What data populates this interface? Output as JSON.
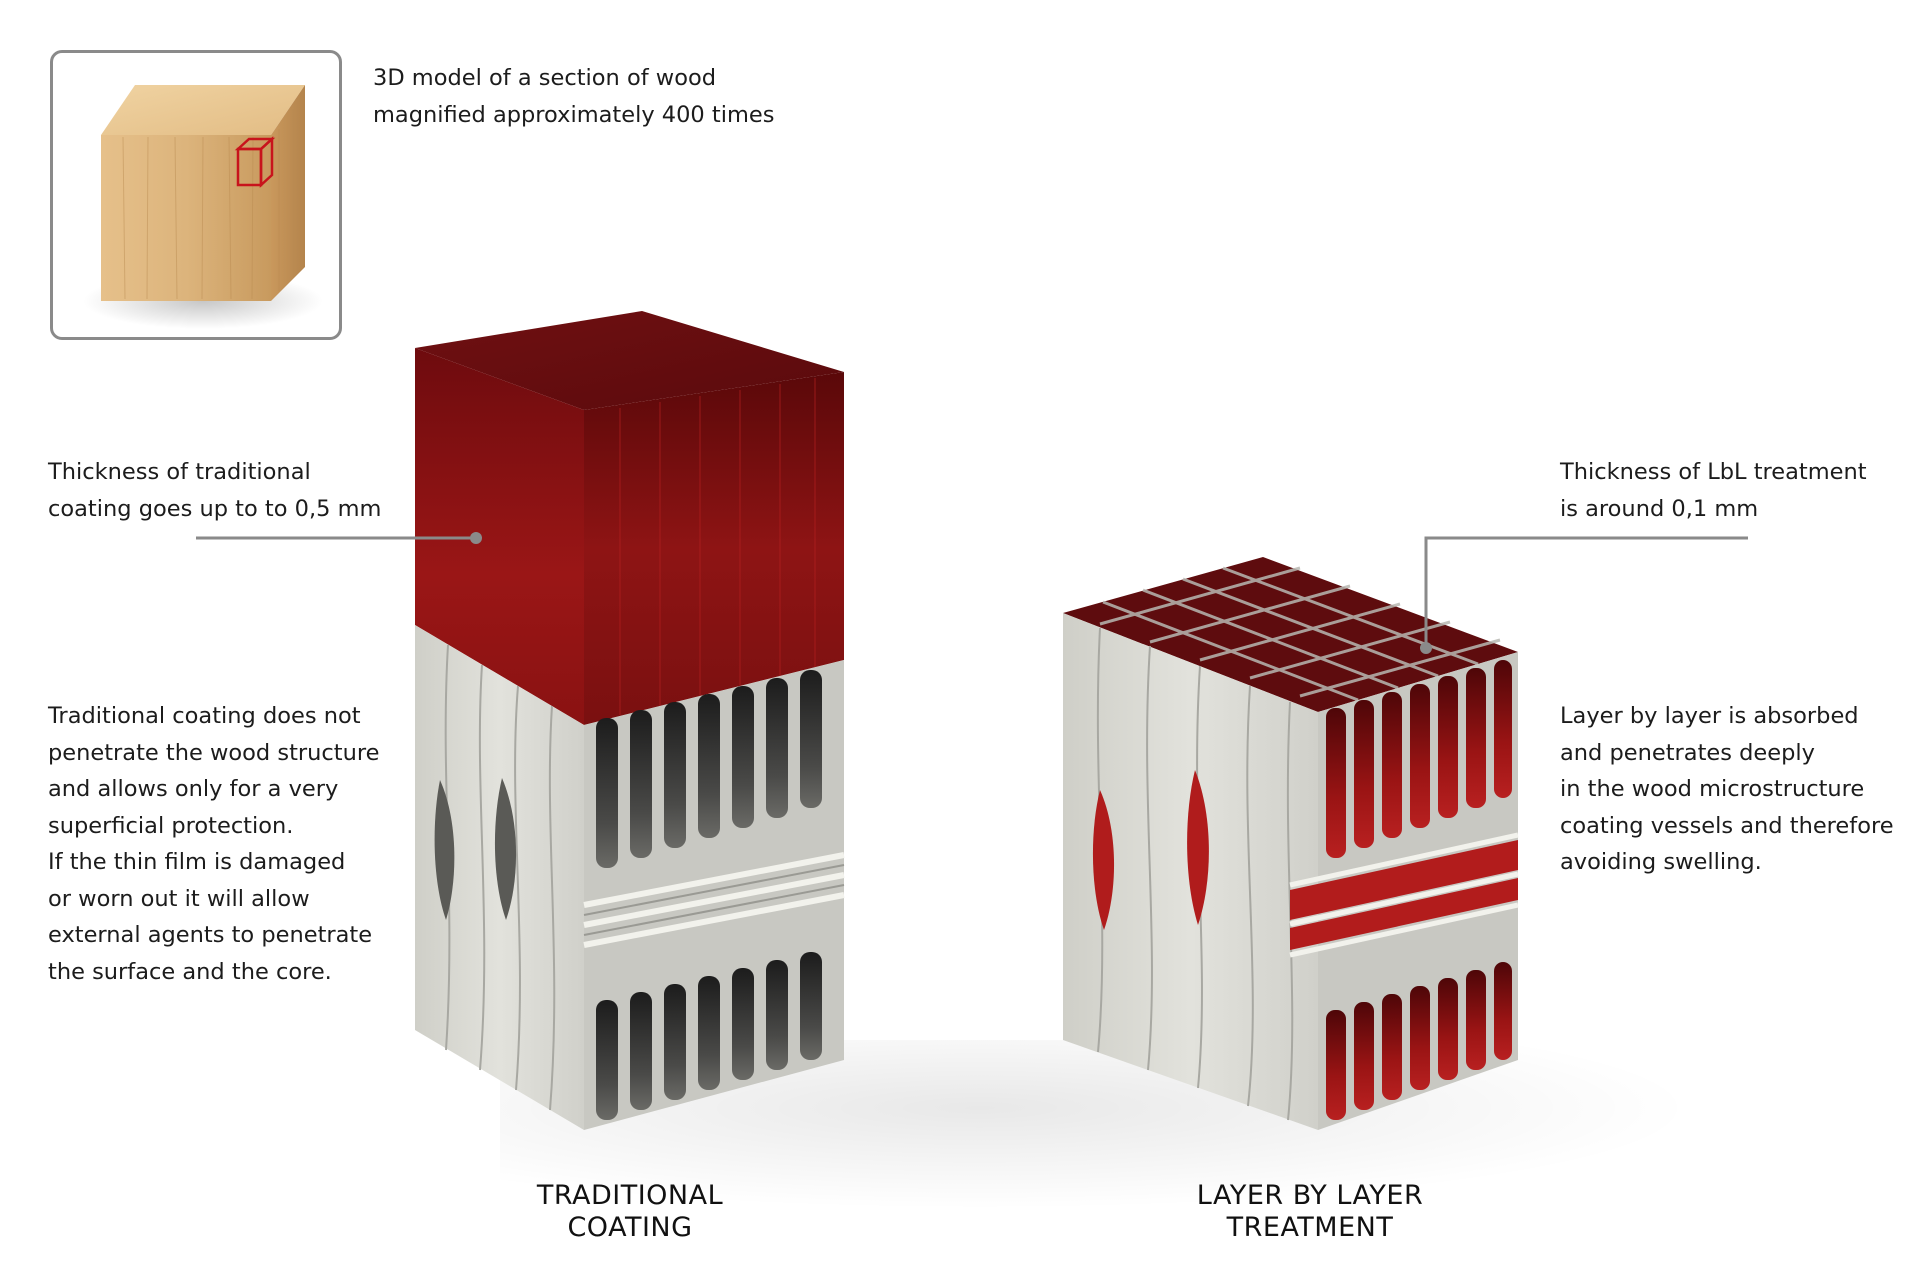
{
  "inset": {
    "caption_lines": [
      "3D model of a section of wood",
      "magnified approximately 400 times"
    ]
  },
  "traditional": {
    "thickness_lines": [
      "Thickness of traditional",
      "coating goes up to to 0,5 mm"
    ],
    "description_lines": [
      "Traditional coating  does not",
      "penetrate the wood structure",
      "and allows only for a very",
      "superficial protection.",
      "If the thin film is damaged",
      "or worn out it will allow",
      "external agents to penetrate",
      "the surface and the core."
    ],
    "title_lines": [
      "TRADITIONAL",
      "COATING"
    ]
  },
  "lbl": {
    "thickness_lines": [
      "Thickness of LbL treatment",
      "is around 0,1 mm"
    ],
    "description_lines": [
      "Layer by layer is absorbed",
      "and penetrates deeply",
      "in the wood microstructure",
      "coating vessels and therefore",
      "avoiding swelling."
    ],
    "title_lines": [
      "LAYER BY LAYER",
      "TREATMENT"
    ]
  },
  "colors": {
    "coating_red": "#8e1414",
    "cell_wall": "#dcdcd6",
    "cavity": "#3a3a3a",
    "wood": "#d8b078",
    "leader_line": "#8a8a8a",
    "frame_border": "#8a8a8a",
    "marker_red": "#c01818"
  }
}
